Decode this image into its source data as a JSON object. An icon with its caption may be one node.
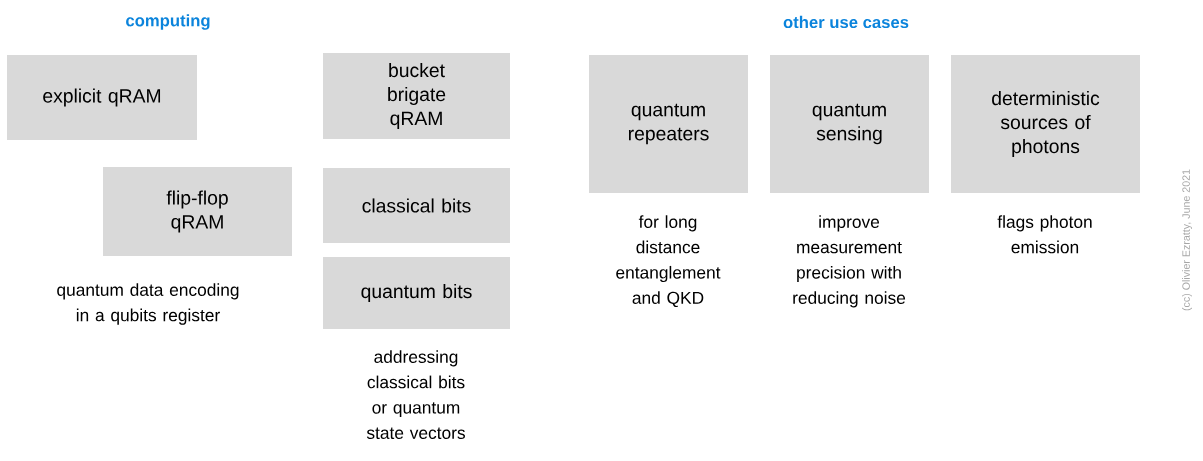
{
  "diagram": {
    "nodes": [
      {
        "text": [
          "explicit qRAM"
        ]
      },
      {
        "text": [
          "bucket brigate qRAM"
        ]
      },
      {
        "text": [
          "flip-flop qRAM"
        ]
      },
      {
        "text": [
          "classical bits"
        ]
      },
      {
        "text": [
          "quantum bits"
        ]
      },
      {
        "text": [
          "quantum repeaters"
        ],
        "beside": [
          "for long distance entanglement and QKD"
        ]
      },
      {
        "text": [
          "quantum sensing"
        ],
        "beside": [
          "improve measurement precision with reducing noise"
        ]
      },
      {
        "text": [
          "deterministic sources of photons"
        ],
        "beside": [
          "flags photon emission"
        ]
      }
    ],
    "labels": [
      "computing",
      "other use cases",
      "quantum data encoding in a qubits register",
      "addressing classical bits or quantum state vectors",
      "(cc) Olivier Ezratty, June 2021"
    ]
  }
}
